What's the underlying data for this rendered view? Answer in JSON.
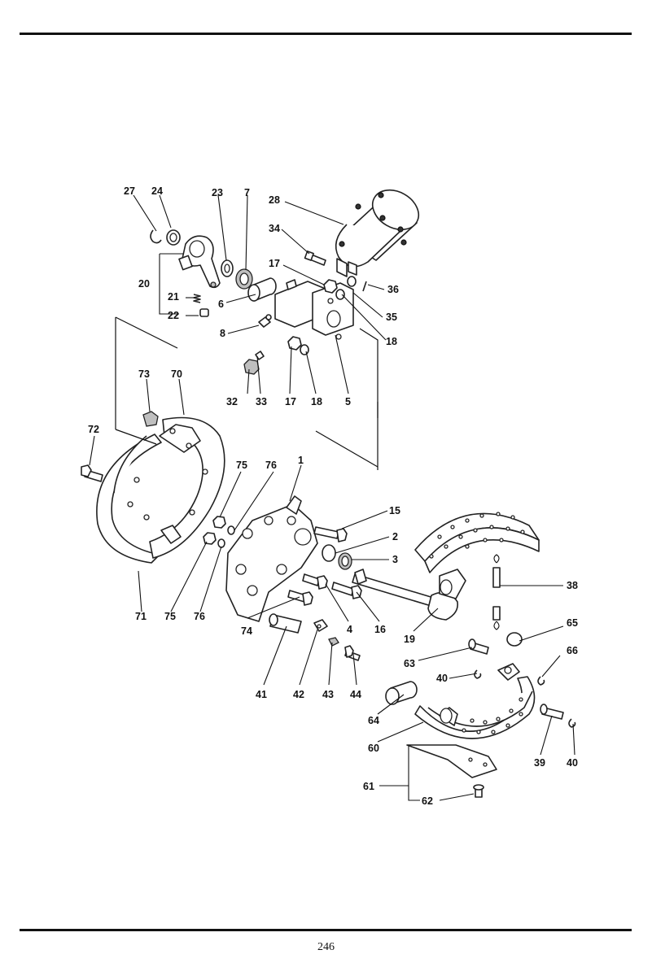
{
  "page": {
    "number": "246"
  },
  "callouts": [
    {
      "id": "27",
      "text": "27"
    },
    {
      "id": "24",
      "text": "24"
    },
    {
      "id": "23",
      "text": "23"
    },
    {
      "id": "7",
      "text": "7"
    },
    {
      "id": "28",
      "text": "28"
    },
    {
      "id": "34",
      "text": "34"
    },
    {
      "id": "17a",
      "text": "17"
    },
    {
      "id": "36",
      "text": "36"
    },
    {
      "id": "20",
      "text": "20"
    },
    {
      "id": "21",
      "text": "21"
    },
    {
      "id": "22",
      "text": "22"
    },
    {
      "id": "6",
      "text": "6"
    },
    {
      "id": "35",
      "text": "35"
    },
    {
      "id": "8",
      "text": "8"
    },
    {
      "id": "18a",
      "text": "18"
    },
    {
      "id": "73",
      "text": "73"
    },
    {
      "id": "70",
      "text": "70"
    },
    {
      "id": "32",
      "text": "32"
    },
    {
      "id": "33",
      "text": "33"
    },
    {
      "id": "17b",
      "text": "17"
    },
    {
      "id": "18b",
      "text": "18"
    },
    {
      "id": "5",
      "text": "5"
    },
    {
      "id": "72",
      "text": "72"
    },
    {
      "id": "75a",
      "text": "75"
    },
    {
      "id": "76a",
      "text": "76"
    },
    {
      "id": "1",
      "text": "1"
    },
    {
      "id": "15",
      "text": "15"
    },
    {
      "id": "2",
      "text": "2"
    },
    {
      "id": "3",
      "text": "3"
    },
    {
      "id": "38",
      "text": "38"
    },
    {
      "id": "71",
      "text": "71"
    },
    {
      "id": "75b",
      "text": "75"
    },
    {
      "id": "76b",
      "text": "76"
    },
    {
      "id": "74",
      "text": "74"
    },
    {
      "id": "4",
      "text": "4"
    },
    {
      "id": "16",
      "text": "16"
    },
    {
      "id": "65",
      "text": "65"
    },
    {
      "id": "19",
      "text": "19"
    },
    {
      "id": "63",
      "text": "63"
    },
    {
      "id": "66",
      "text": "66"
    },
    {
      "id": "40a",
      "text": "40"
    },
    {
      "id": "41",
      "text": "41"
    },
    {
      "id": "42",
      "text": "42"
    },
    {
      "id": "43",
      "text": "43"
    },
    {
      "id": "44",
      "text": "44"
    },
    {
      "id": "64",
      "text": "64"
    },
    {
      "id": "60",
      "text": "60"
    },
    {
      "id": "39",
      "text": "39"
    },
    {
      "id": "40b",
      "text": "40"
    },
    {
      "id": "61",
      "text": "61"
    },
    {
      "id": "62",
      "text": "62"
    }
  ]
}
